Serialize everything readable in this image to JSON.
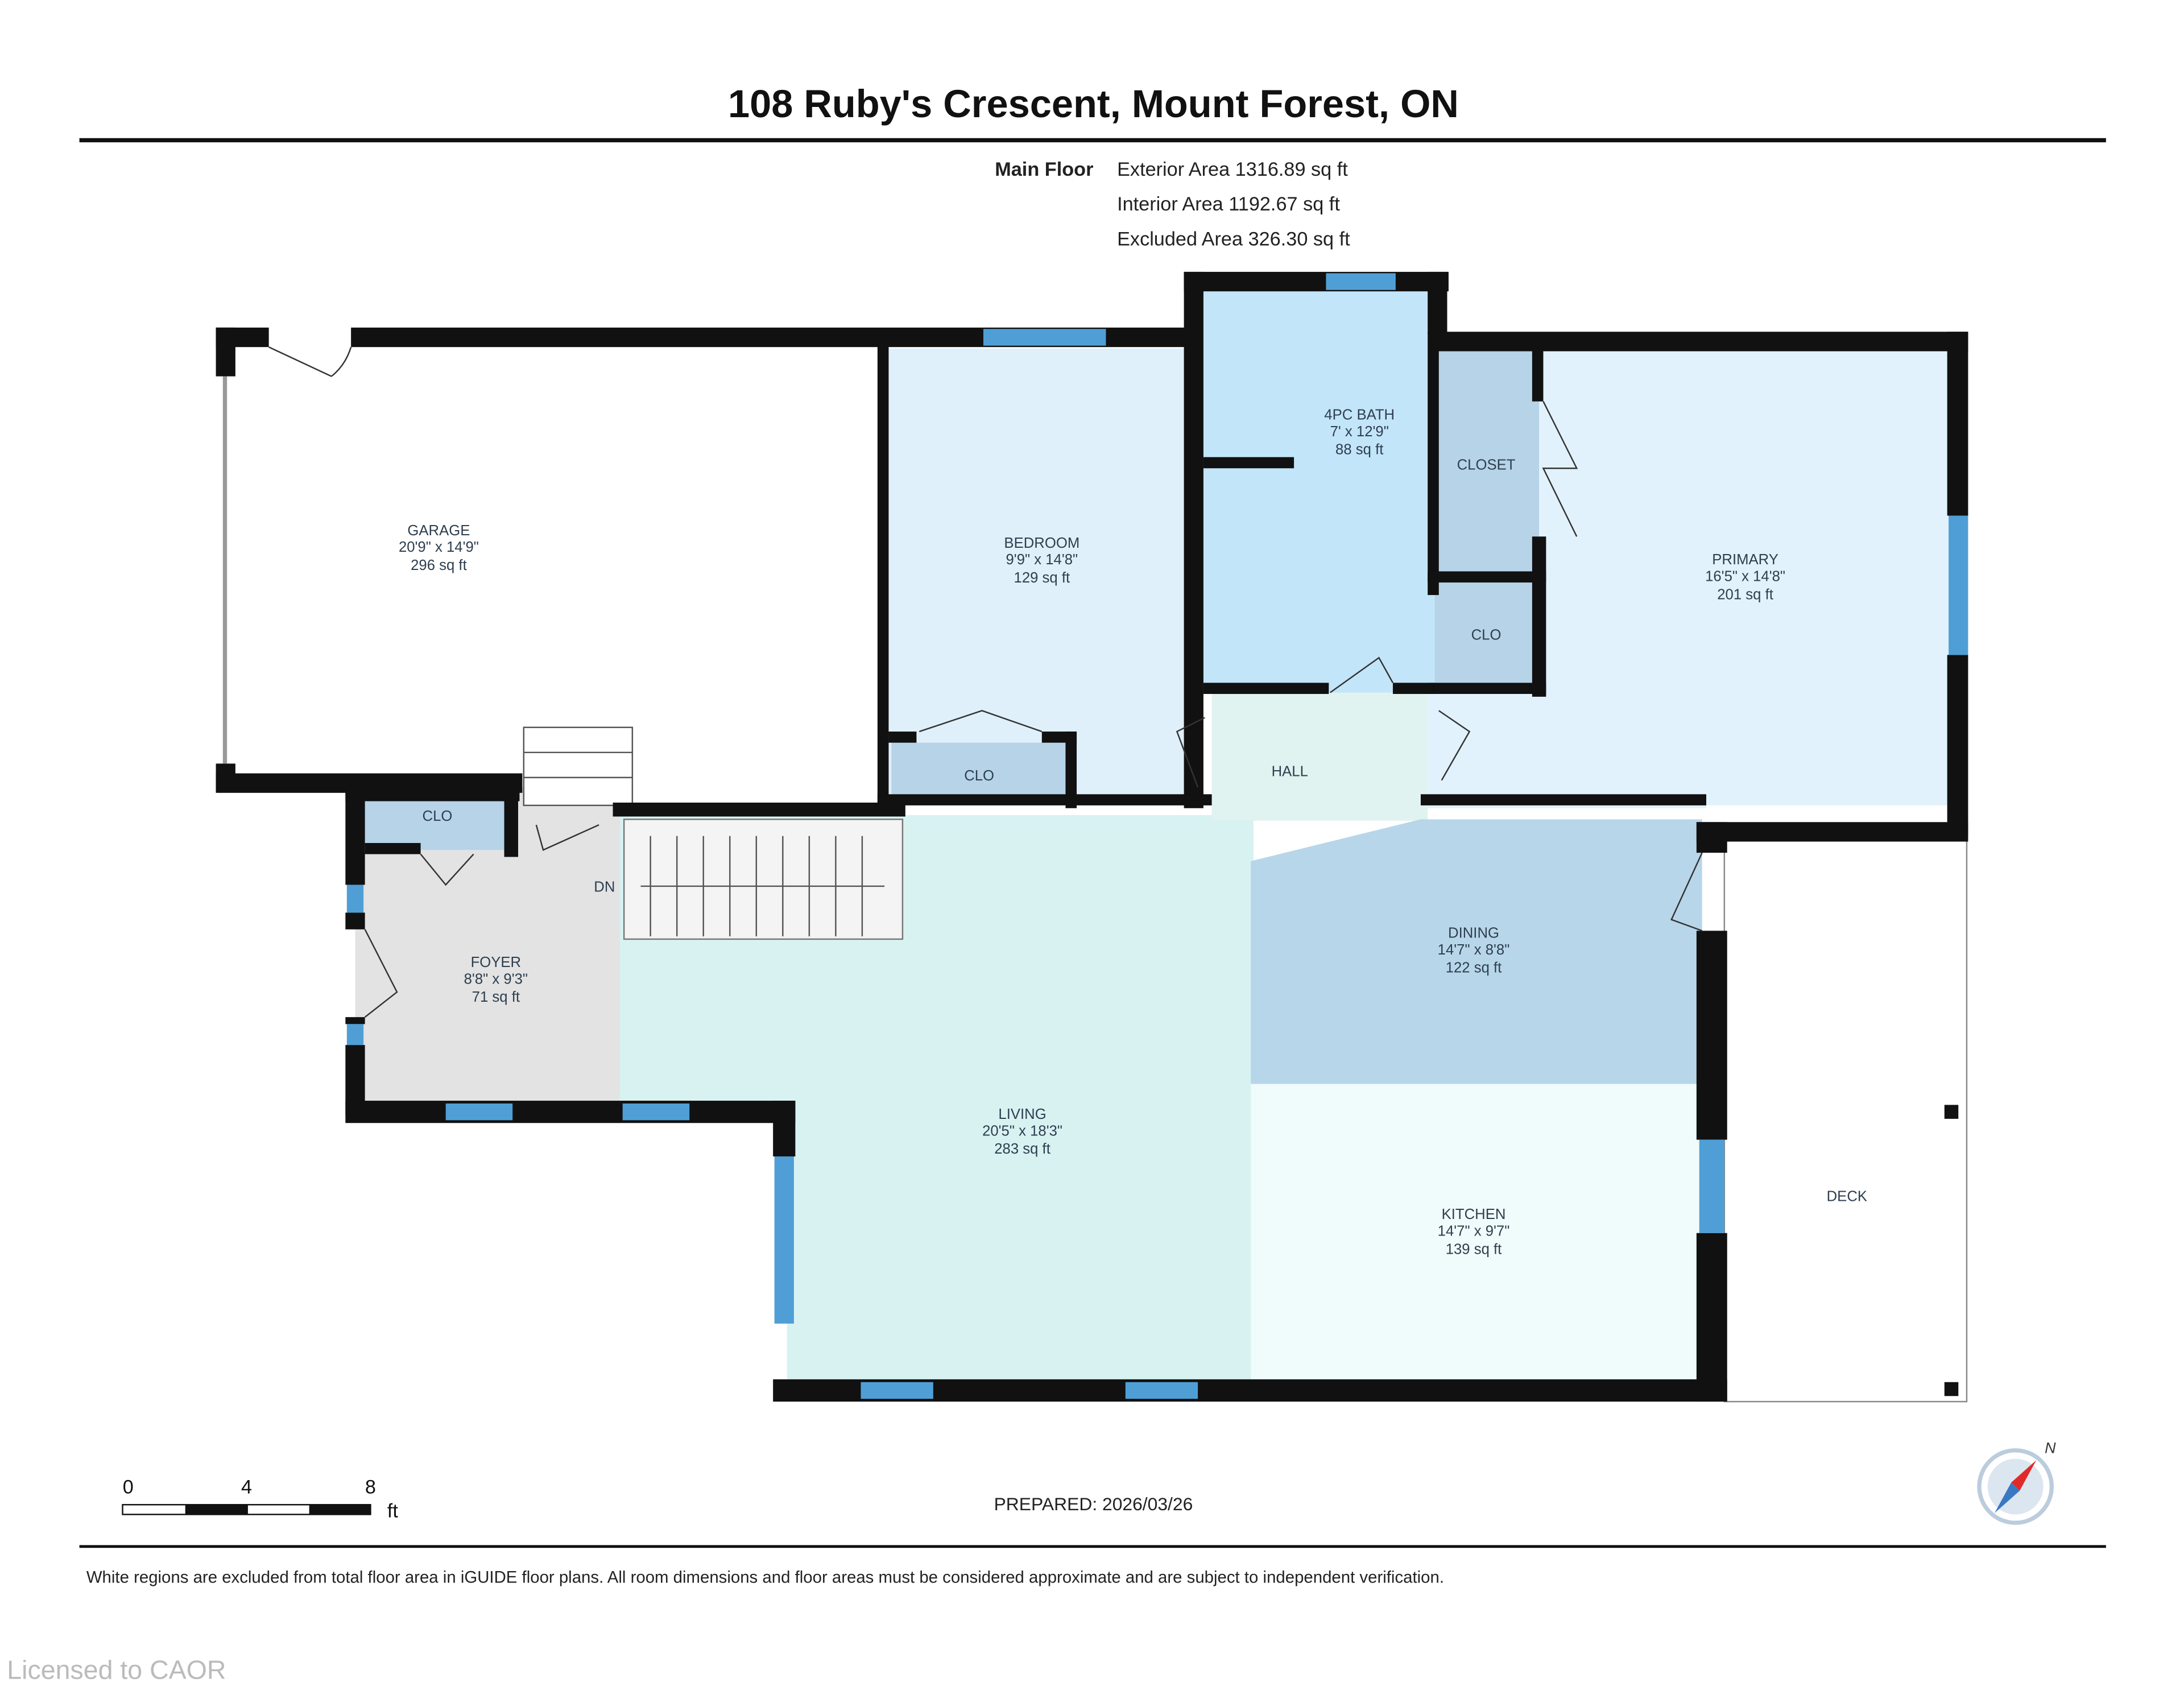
{
  "title": "108 Ruby's Crescent, Mount Forest, ON",
  "floor": {
    "name": "Main Floor",
    "exterior": "Exterior Area 1316.89 sq ft",
    "interior": "Interior Area 1192.67 sq ft",
    "excluded": "Excluded Area 326.30 sq ft"
  },
  "rooms": [
    {
      "name": "GARAGE",
      "dims": "20'9\" x 14'9\"",
      "area": "296 sq ft",
      "color": "#ffffff"
    },
    {
      "name": "BEDROOM",
      "dims": "9'9\" x 14'8\"",
      "area": "129 sq ft",
      "color": "#dff0fb"
    },
    {
      "name": "4PC BATH",
      "dims": "7' x 12'9\"",
      "area": "88 sq ft",
      "color": "#c3e5f9"
    },
    {
      "name": "PRIMARY",
      "dims": "16'5\" x 14'8\"",
      "area": "201 sq ft",
      "color": "#e2f2fc"
    },
    {
      "name": "FOYER",
      "dims": "8'8\" x 9'3\"",
      "area": "71 sq ft",
      "color": "#e3e3e3"
    },
    {
      "name": "LIVING",
      "dims": "20'5\" x 18'3\"",
      "area": "283 sq ft",
      "color": "#d8f2f2"
    },
    {
      "name": "DINING",
      "dims": "14'7\" x 8'8\"",
      "area": "122 sq ft",
      "color": "#b8d6ea"
    },
    {
      "name": "KITCHEN",
      "dims": "14'7\" x 9'7\"",
      "area": "139 sq ft",
      "color": "#f0fbfb"
    }
  ],
  "labels": {
    "closet": "CLOSET",
    "clo": "CLO",
    "hall": "HALL",
    "deck": "DECK",
    "dn": "DN"
  },
  "scale": {
    "ticks": [
      "0",
      "4",
      "8"
    ],
    "unit": "ft"
  },
  "prepared": "PREPARED: 2026/03/26",
  "disclaimer": "White regions are excluded from total floor area in iGUIDE floor plans. All room dimensions and floor areas must be considered approximate and are subject to independent verification.",
  "watermark": "Licensed to CAOR",
  "compass": {
    "label": "N",
    "color": "#e02a2a"
  }
}
